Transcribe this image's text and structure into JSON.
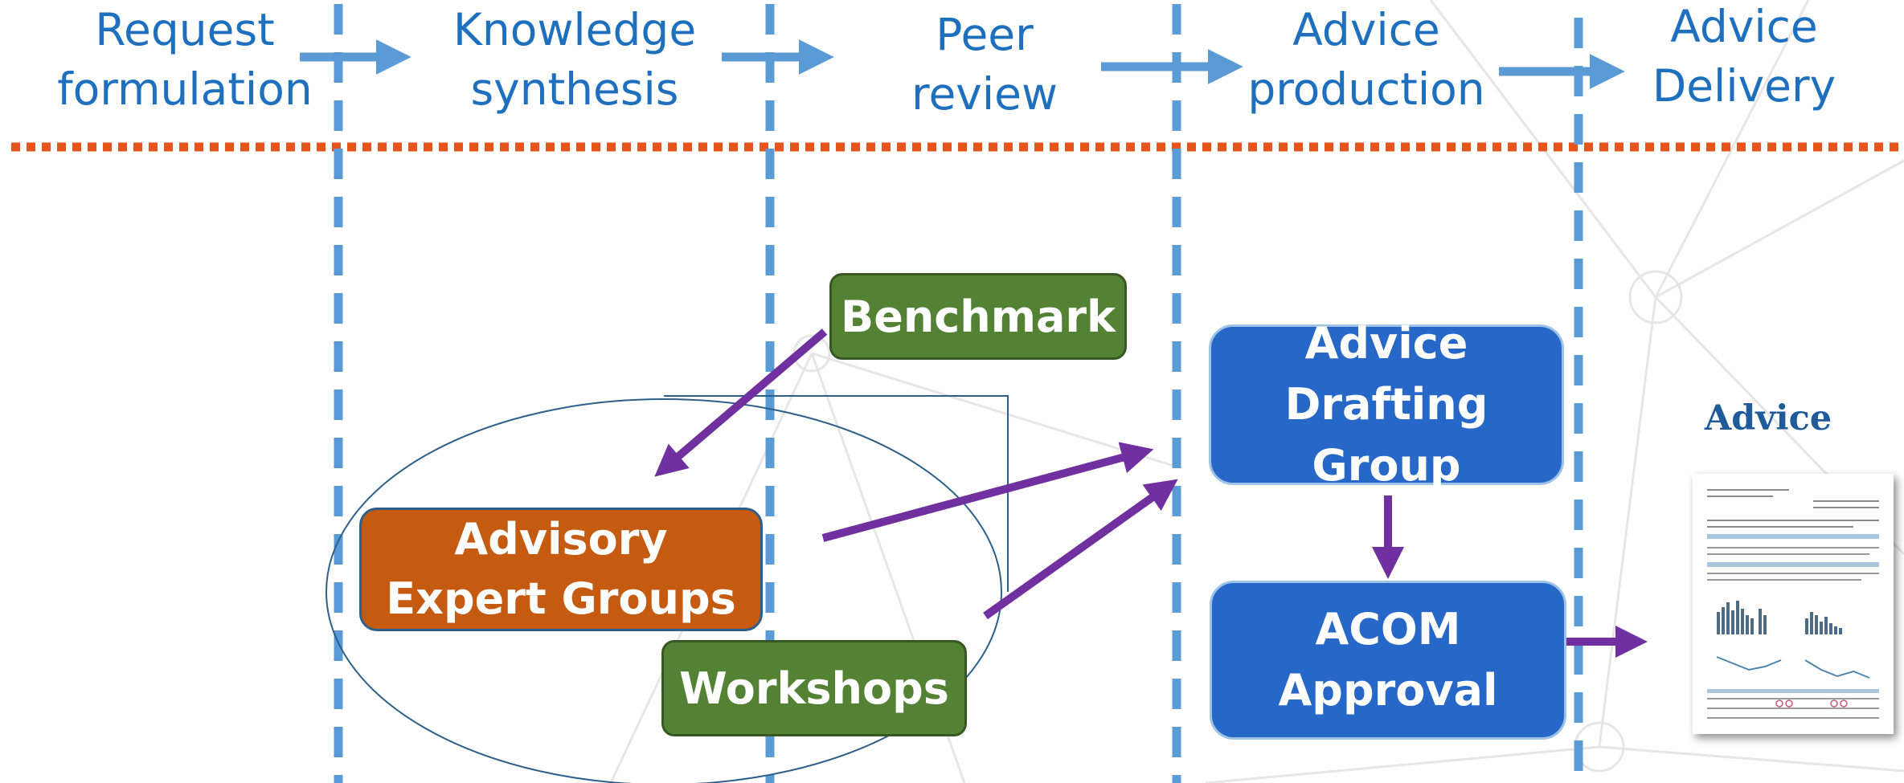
{
  "stages": [
    {
      "id": "request",
      "label": "Request\nformulation"
    },
    {
      "id": "synthesis",
      "label": "Knowledge\nsynthesis"
    },
    {
      "id": "peer",
      "label": "Peer\nreview"
    },
    {
      "id": "production",
      "label": "Advice\nproduction"
    },
    {
      "id": "delivery",
      "label": "Advice\nDelivery"
    }
  ],
  "nodes": {
    "benchmark": "Benchmark",
    "advisory": "Advisory\nExpert Groups",
    "workshops": "Workshops",
    "drafting": "Advice\nDrafting Group",
    "acom": "ACOM\nApproval"
  },
  "document": {
    "title": "Advice",
    "icon": "advice-document-icon"
  },
  "colors": {
    "stage_text": "#1f6fbf",
    "stage_arrow": "#5b9bd5",
    "divider_dotted": "#e5541b",
    "divider_dashed": "#5b9bd5",
    "flow_arrow": "#7030a0",
    "green_box": "#548235",
    "orange_box": "#c55a11",
    "blue_box": "#2667c8"
  }
}
